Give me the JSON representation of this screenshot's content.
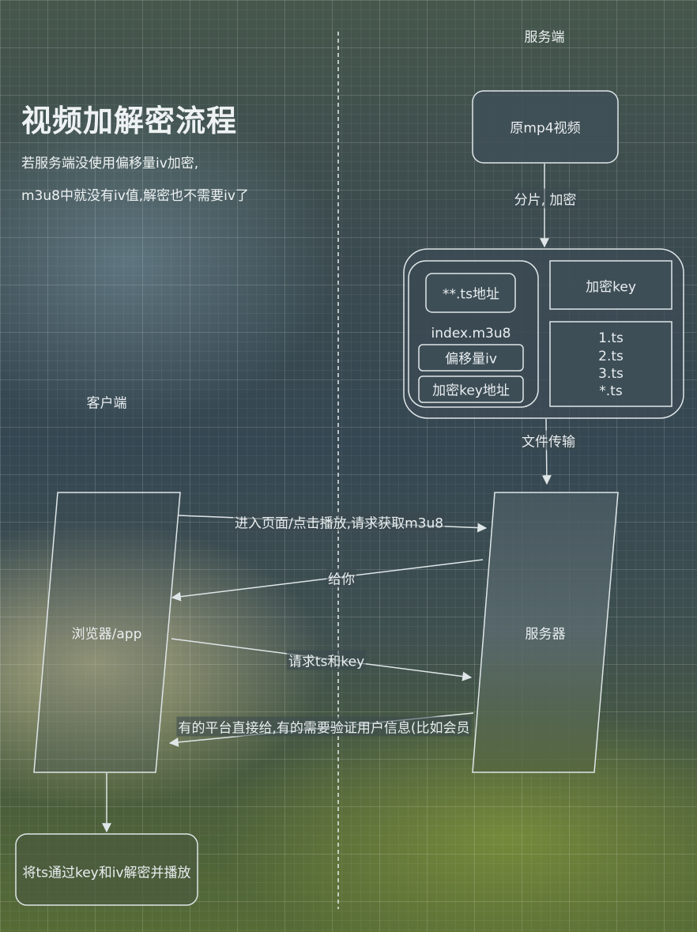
{
  "title": "视频加解密流程",
  "notes": [
    "若服务端没使用偏移量iv加密,",
    "m3u8中就没有iv值,解密也不需要iv了"
  ],
  "zones": {
    "server": "服务端",
    "client": "客户端"
  },
  "nodes": {
    "source_video": "原mp4视频",
    "ts_address": "**.ts地址",
    "index_file": "index.m3u8",
    "offset_iv": "偏移量iv",
    "key_address": "加密key地址",
    "encrypt_key": "加密key",
    "ts_files": [
      "1.ts",
      "2.ts",
      "3.ts",
      "*.ts"
    ],
    "server": "服务器",
    "browser": "浏览器/app",
    "decrypt_play": "将ts通过key和iv解密并播放"
  },
  "edges": {
    "slice_encrypt": "分片, 加密",
    "file_transfer": "文件传输",
    "request_m3u8": "进入页面/点击播放,请求获取m3u8",
    "give_you": "给你",
    "request_ts_key": "请求ts和key",
    "platform_response": "有的平台直接给,有的需要验证用户信息(比如会员"
  },
  "colors": {
    "line": "#dfe6e8",
    "text": "#e9eef0",
    "node_fill": "#3f4f58"
  }
}
